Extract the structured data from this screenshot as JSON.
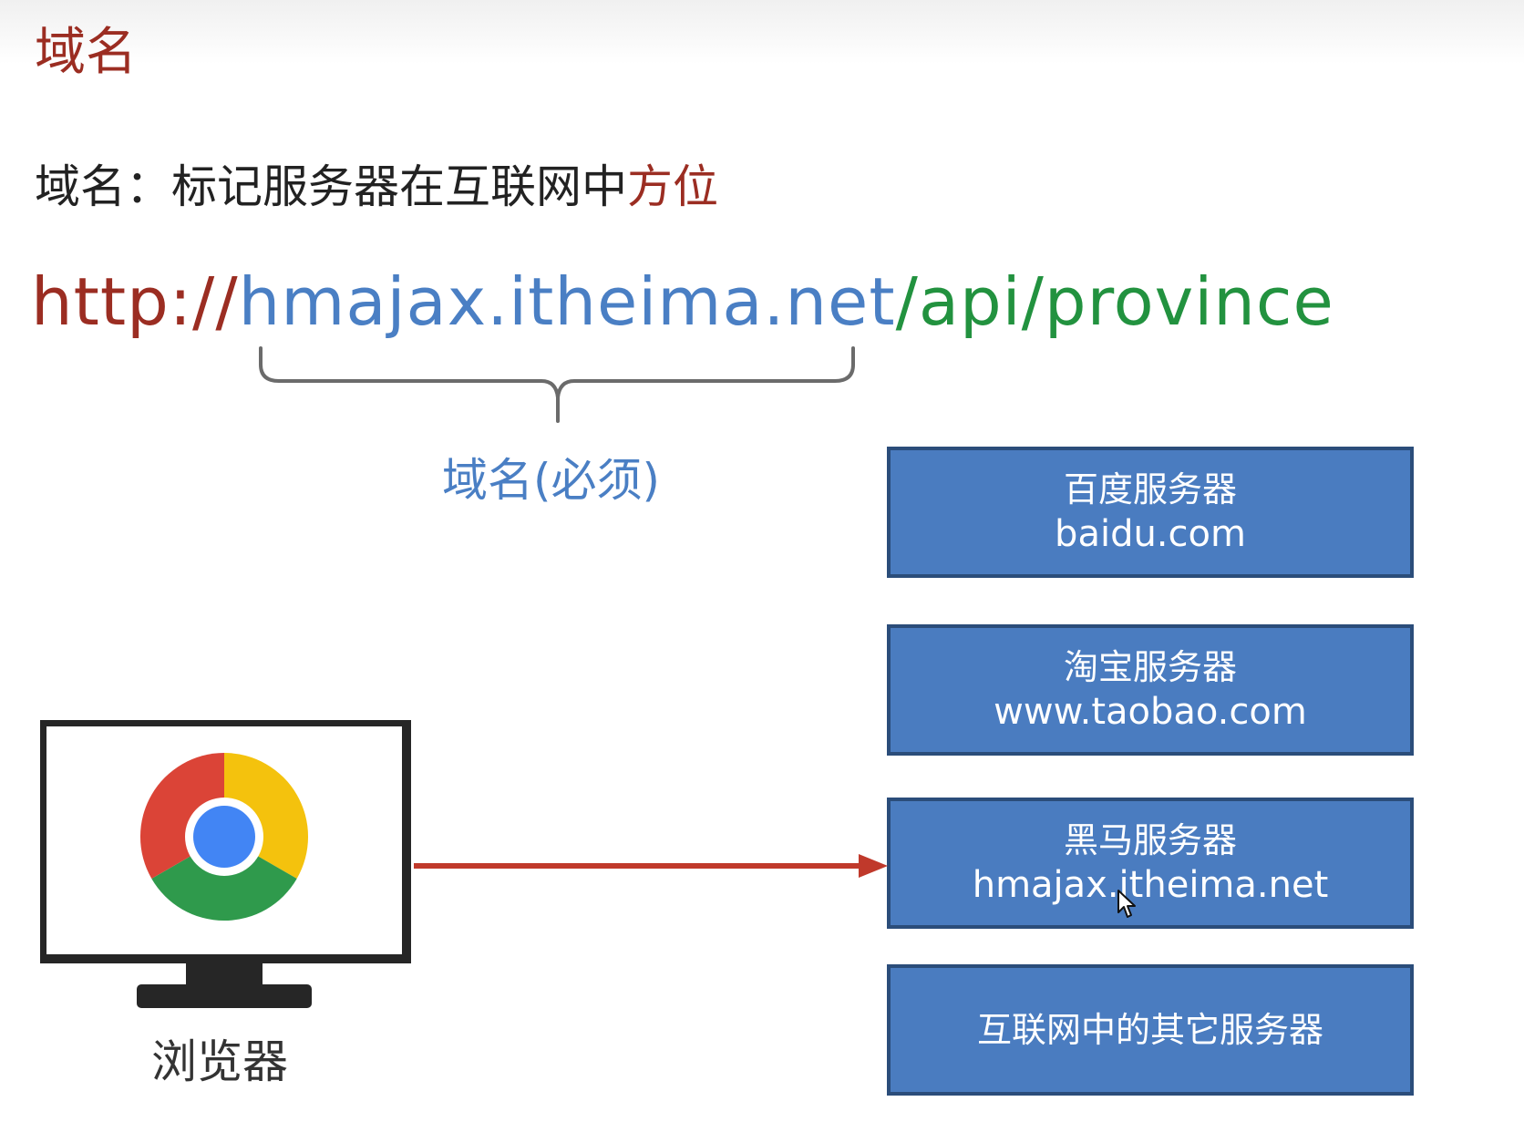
{
  "title": "域名",
  "definition": {
    "prefix": "域名：标记服务器在互联网中",
    "highlight": "方位"
  },
  "url": {
    "scheme": "http://",
    "domain": "hmajax.itheima.net",
    "path": "/api/province"
  },
  "brace_label": "域名(必须)",
  "browser": {
    "label": "浏览器",
    "icon": "chrome-icon"
  },
  "servers": [
    {
      "name": "百度服务器",
      "domain": "baidu.com"
    },
    {
      "name": "淘宝服务器",
      "domain": "www.taobao.com"
    },
    {
      "name": "黑马服务器",
      "domain": "hmajax.itheima.net"
    },
    {
      "name": "互联网中的其它服务器",
      "domain": ""
    }
  ],
  "colors": {
    "title": "#9b2d22",
    "url_scheme": "#9b2d22",
    "url_domain": "#4a7fc4",
    "url_path": "#22923f",
    "server_fill": "#4a7cc0",
    "server_border": "#2b4d7a",
    "arrow": "#c0392b"
  }
}
